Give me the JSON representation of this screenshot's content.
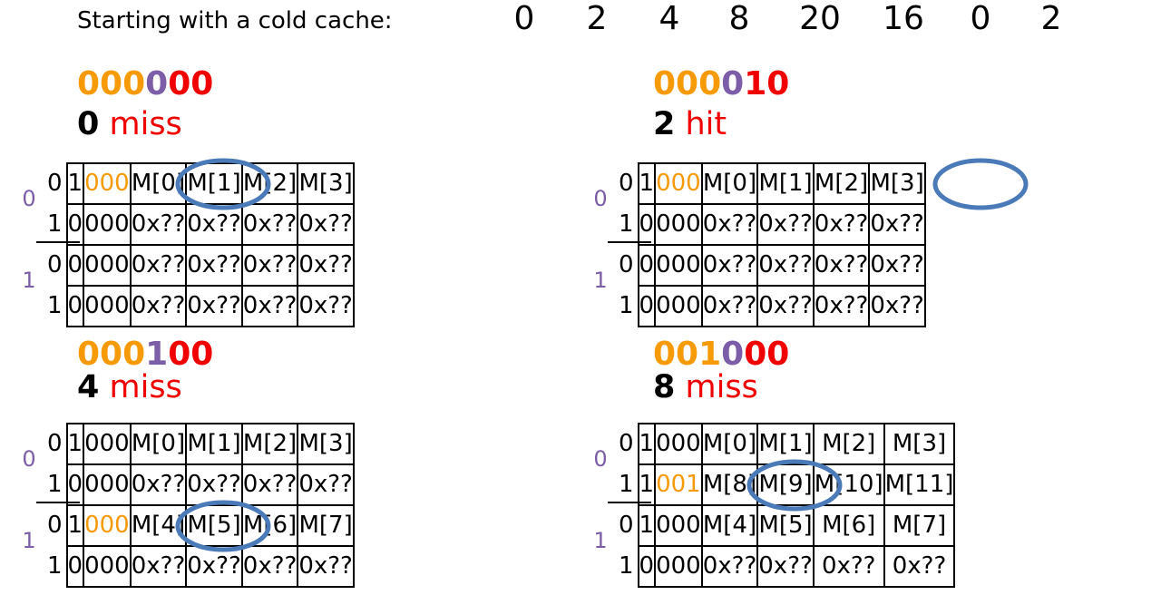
{
  "header": {
    "label": "Starting with a cold cache:",
    "sequence": [
      "0",
      "2",
      "4",
      "8",
      "20",
      "16",
      "0",
      "2"
    ]
  },
  "colors": {
    "tag": "#f79a08",
    "index": "#7b5ea7",
    "offset": "#f00000",
    "highlight_ring": "#4a7ab8"
  },
  "panels": [
    {
      "address": {
        "tag": "000",
        "index": "0",
        "offset": "00"
      },
      "access_value": "0",
      "outcome": "miss",
      "rows": [
        {
          "way": "0",
          "valid": "1",
          "tag": "000",
          "blocks": [
            "M[0]",
            "M[1]",
            "M[2]",
            "M[3]"
          ],
          "updated": true
        },
        {
          "way": "1",
          "valid": "0",
          "tag": "000",
          "blocks": [
            "0x??",
            "0x??",
            "0x??",
            "0x??"
          ]
        },
        {
          "way": "0",
          "valid": "0",
          "tag": "000",
          "blocks": [
            "0x??",
            "0x??",
            "0x??",
            "0x??"
          ]
        },
        {
          "way": "1",
          "valid": "0",
          "tag": "000",
          "blocks": [
            "0x??",
            "0x??",
            "0x??",
            "0x??"
          ]
        }
      ],
      "sets": [
        "0",
        "1"
      ],
      "circled": {
        "row": 0,
        "block": 0
      }
    },
    {
      "address": {
        "tag": "000",
        "index": "0",
        "offset": "10"
      },
      "access_value": "2",
      "outcome": "hit",
      "rows": [
        {
          "way": "0",
          "valid": "1",
          "tag": "000",
          "blocks": [
            "M[0]",
            "M[1]",
            "M[2]",
            "M[3]"
          ],
          "updated": true
        },
        {
          "way": "1",
          "valid": "0",
          "tag": "000",
          "blocks": [
            "0x??",
            "0x??",
            "0x??",
            "0x??"
          ]
        },
        {
          "way": "0",
          "valid": "0",
          "tag": "000",
          "blocks": [
            "0x??",
            "0x??",
            "0x??",
            "0x??"
          ]
        },
        {
          "way": "1",
          "valid": "0",
          "tag": "000",
          "blocks": [
            "0x??",
            "0x??",
            "0x??",
            "0x??"
          ]
        }
      ],
      "sets": [
        "0",
        "1"
      ],
      "circled": {
        "row": 0,
        "block": 2
      }
    },
    {
      "address": {
        "tag": "000",
        "index": "1",
        "offset": "00"
      },
      "access_value": "4",
      "outcome": "miss",
      "rows": [
        {
          "way": "0",
          "valid": "1",
          "tag": "000",
          "blocks": [
            "M[0]",
            "M[1]",
            "M[2]",
            "M[3]"
          ]
        },
        {
          "way": "1",
          "valid": "0",
          "tag": "000",
          "blocks": [
            "0x??",
            "0x??",
            "0x??",
            "0x??"
          ]
        },
        {
          "way": "0",
          "valid": "1",
          "tag": "000",
          "blocks": [
            "M[4]",
            "M[5]",
            "M[6]",
            "M[7]"
          ],
          "updated": true
        },
        {
          "way": "1",
          "valid": "0",
          "tag": "000",
          "blocks": [
            "0x??",
            "0x??",
            "0x??",
            "0x??"
          ]
        }
      ],
      "sets": [
        "0",
        "1"
      ],
      "circled": {
        "row": 2,
        "block": 0
      }
    },
    {
      "address": {
        "tag": "001",
        "index": "0",
        "offset": "00"
      },
      "access_value": "8",
      "outcome": "miss",
      "rows": [
        {
          "way": "0",
          "valid": "1",
          "tag": "000",
          "blocks": [
            "M[0]",
            "M[1]",
            "M[2]",
            "M[3]"
          ]
        },
        {
          "way": "1",
          "valid": "1",
          "tag": "001",
          "blocks": [
            "M[8]",
            "M[9]",
            "M[10]",
            "M[11]"
          ],
          "updated": true
        },
        {
          "way": "0",
          "valid": "1",
          "tag": "000",
          "blocks": [
            "M[4]",
            "M[5]",
            "M[6]",
            "M[7]"
          ]
        },
        {
          "way": "1",
          "valid": "0",
          "tag": "000",
          "blocks": [
            "0x??",
            "0x??",
            "0x??",
            "0x??"
          ]
        }
      ],
      "sets": [
        "0",
        "1"
      ],
      "circled": {
        "row": 1,
        "block": 0
      }
    }
  ]
}
